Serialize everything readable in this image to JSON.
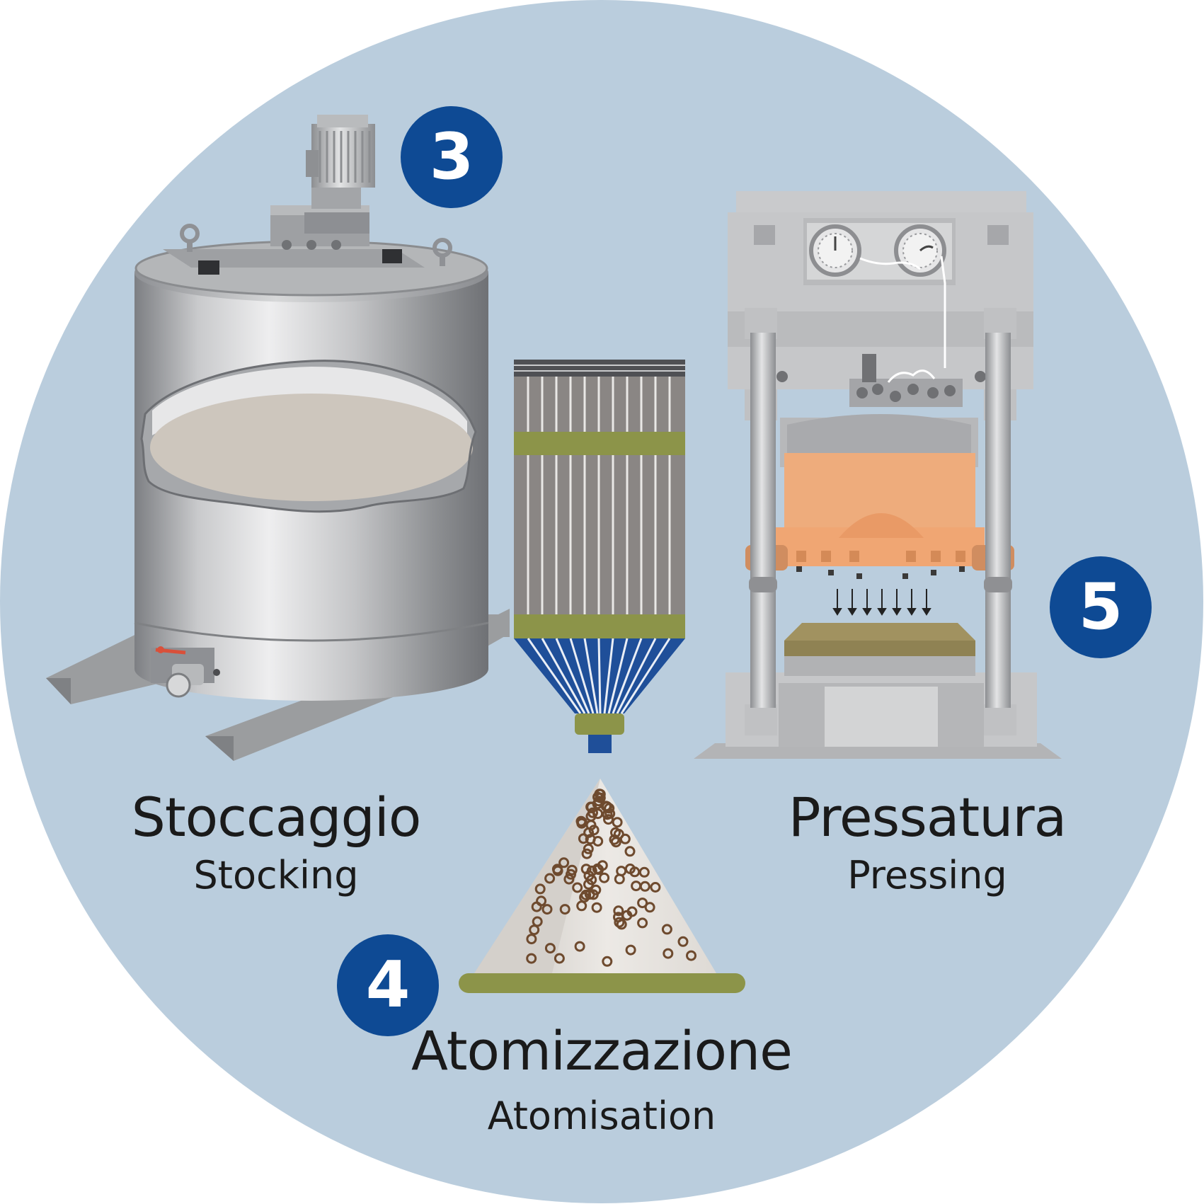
{
  "steps": [
    {
      "number": "3",
      "title": "Stoccaggio",
      "subtitle": "Stocking"
    },
    {
      "number": "4",
      "title": "Atomizzazione",
      "subtitle": "Atomisation"
    },
    {
      "number": "5",
      "title": "Pressatura",
      "subtitle": "Pressing"
    }
  ],
  "colors": {
    "background_circle": "#bacddd",
    "badge": "#0e4a94",
    "tank_steel": "#a9abae",
    "slurry": "#cdc6bd",
    "atomizer_green": "#8c9449",
    "press_grey": "#c8c9cb",
    "press_orange": "#eeac7c",
    "tile_brown": "#a19260"
  }
}
